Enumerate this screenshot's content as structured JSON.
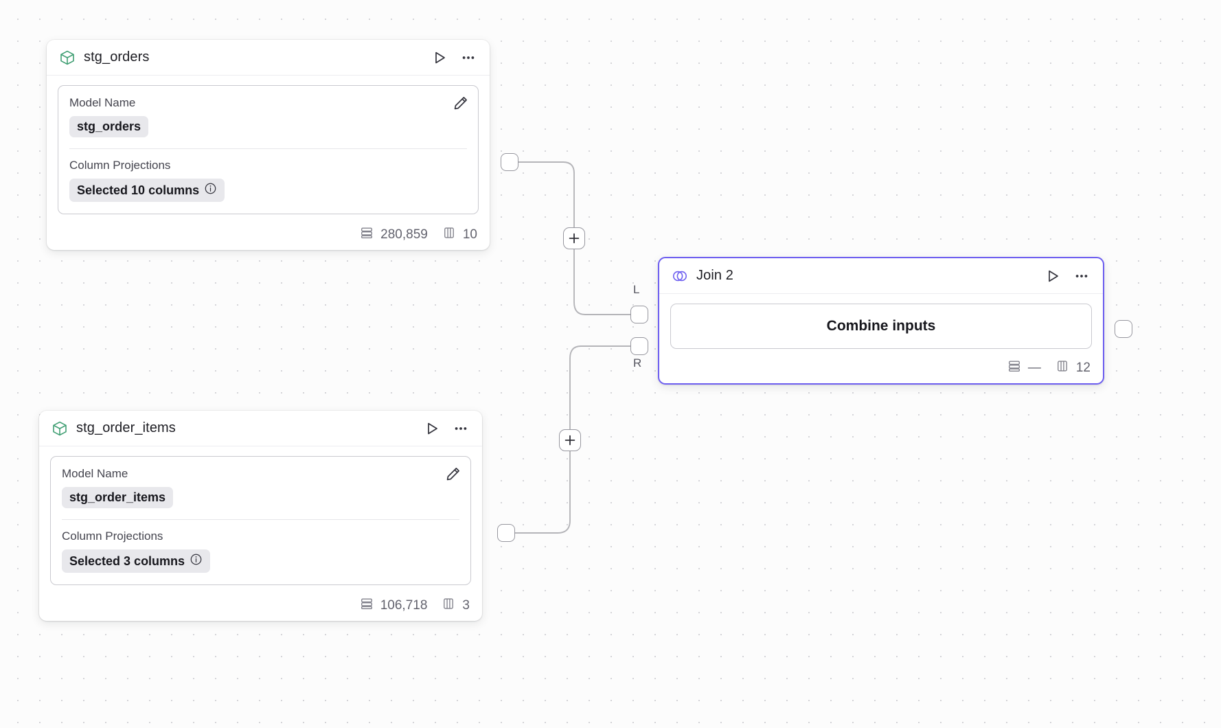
{
  "canvas": {
    "background": "#fcfcfc",
    "dot_color": "#d4d4d8",
    "accent_color": "#6d5ef0"
  },
  "nodes": [
    {
      "id": "stg_orders",
      "type": "model",
      "icon": "cube-icon",
      "icon_color": "#3f9e72",
      "title": "stg_orders",
      "run_label": "▷",
      "more_label": "•••",
      "fields": [
        {
          "label": "Model Name",
          "value": "stg_orders"
        },
        {
          "label": "Column Projections",
          "value": "Selected 10 columns",
          "info": "ⓘ"
        }
      ],
      "footer": {
        "rows": "280,859",
        "columns": "10"
      }
    },
    {
      "id": "stg_order_items",
      "type": "model",
      "icon": "cube-icon",
      "icon_color": "#3f9e72",
      "title": "stg_order_items",
      "run_label": "▷",
      "more_label": "•••",
      "fields": [
        {
          "label": "Model Name",
          "value": "stg_order_items"
        },
        {
          "label": "Column Projections",
          "value": "Selected 3 columns",
          "info": "ⓘ"
        }
      ],
      "footer": {
        "rows": "106,718",
        "columns": "3"
      }
    },
    {
      "id": "join_2",
      "type": "join",
      "icon": "venn-icon",
      "icon_color": "#6d5ef0",
      "title": "Join 2",
      "run_label": "▷",
      "more_label": "•••",
      "selected": true,
      "action_label": "Combine inputs",
      "input_ports": [
        {
          "key": "L",
          "label": "L"
        },
        {
          "key": "R",
          "label": "R"
        }
      ],
      "footer": {
        "rows": "—",
        "columns": "12"
      }
    }
  ],
  "edge_buttons": [
    {
      "id": "add-node-top",
      "label": "+"
    },
    {
      "id": "add-node-bottom",
      "label": "+"
    }
  ]
}
